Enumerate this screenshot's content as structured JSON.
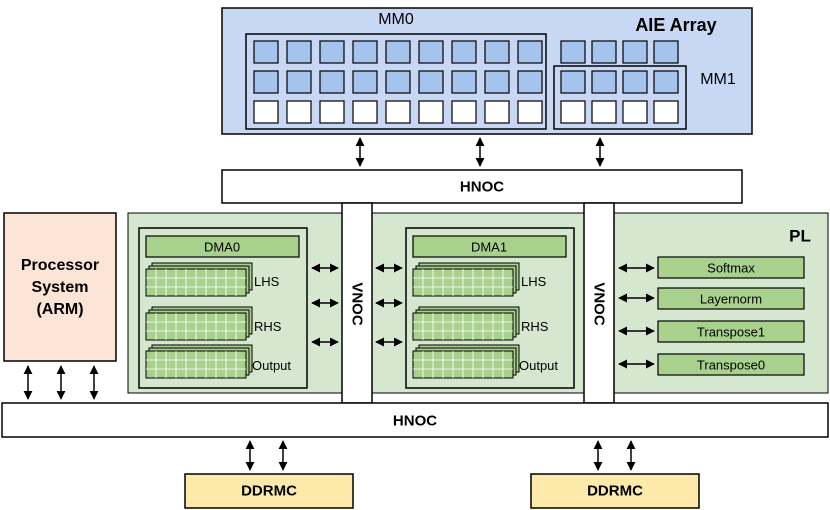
{
  "aie": {
    "title": "AIE Array",
    "mm0_label": "MM0",
    "mm1_label": "MM1",
    "fill": "#c8d8f4",
    "tile_fill": "#a4c4ee"
  },
  "hnoc_top": "HNOC",
  "hnoc_bottom": "HNOC",
  "pl": {
    "title": "PL",
    "fill": "#d5e8cf",
    "block_fill": "#a9d18e"
  },
  "processor": {
    "line1": "Processor",
    "line2": "System",
    "line3": "(ARM)",
    "fill": "#fce4d6"
  },
  "vnoc_left": "VNOC",
  "vnoc_right": "VNOC",
  "kernel0": {
    "dma": "DMA0",
    "buffers": [
      "LHS",
      "RHS",
      "Output"
    ]
  },
  "kernel1": {
    "dma": "DMA1",
    "buffers": [
      "LHS",
      "RHS",
      "Output"
    ]
  },
  "pl_modules": [
    "Softmax",
    "Layernorm",
    "Transpose1",
    "Transpose0"
  ],
  "ddrmc_left": "DDRMC",
  "ddrmc_right": "DDRMC",
  "ddrmc_fill": "#fde9a9"
}
